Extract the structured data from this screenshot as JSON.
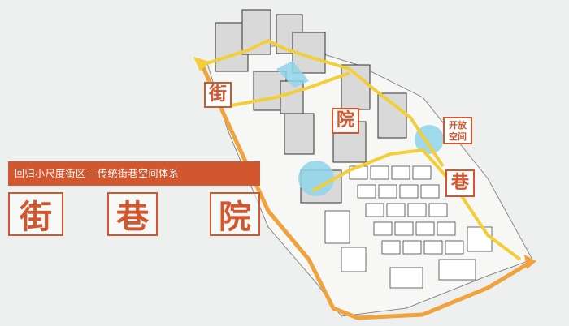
{
  "header": {
    "subtitle": "回归小尺度街区---传统街巷空间体系"
  },
  "characters": [
    "街",
    "巷",
    "院"
  ],
  "map_labels": {
    "street": "街",
    "courtyard": "院",
    "lane": "巷",
    "open_space_line1": "开放",
    "open_space_line2": "空间"
  },
  "colors": {
    "accent": "#d2562e",
    "street_route": "#f0a23c",
    "lane_route": "#f2cf3a",
    "open_space": "#8fd3ea",
    "background": "#eef0ef"
  }
}
